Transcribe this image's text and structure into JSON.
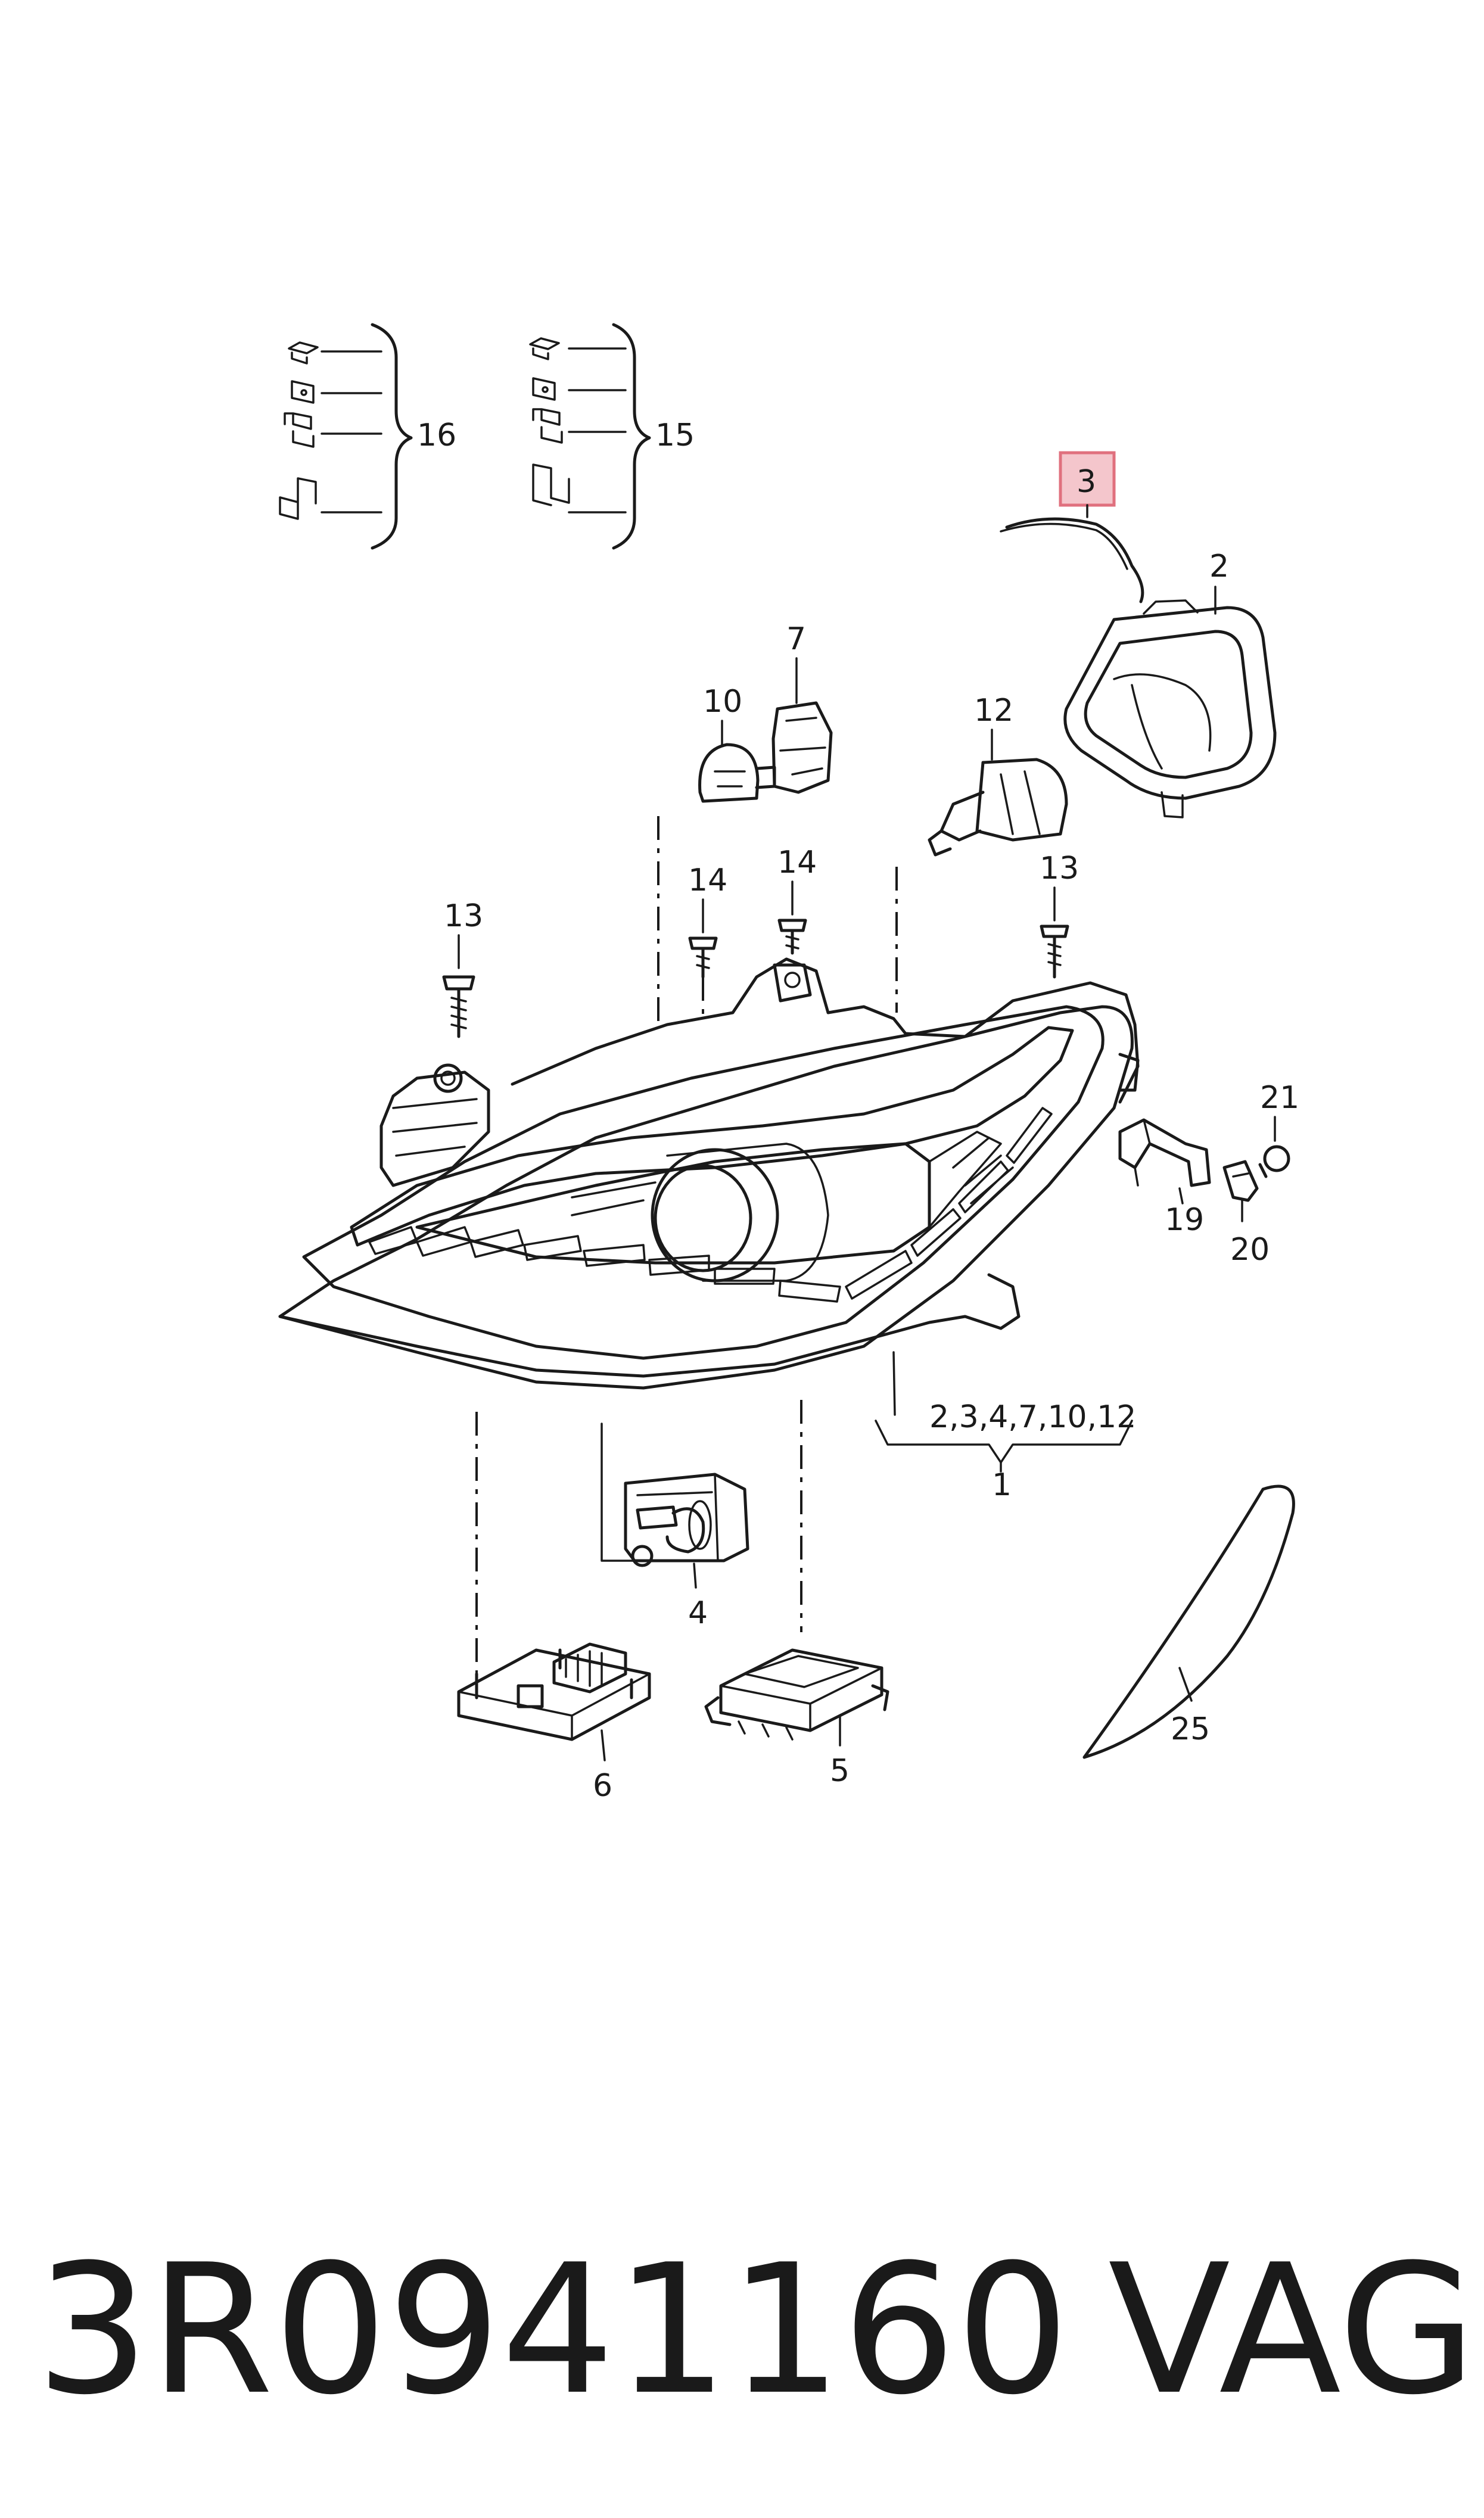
{
  "callouts": {
    "c1": "1",
    "c2": "2",
    "c3": "3",
    "c4": "4",
    "c5": "5",
    "c6": "6",
    "c7": "7",
    "c10": "10",
    "c12": "12",
    "c13a": "13",
    "c13b": "13",
    "c14a": "14",
    "c14b": "14",
    "c15": "15",
    "c16": "16",
    "c19": "19",
    "c20": "20",
    "c21": "21",
    "c25": "25",
    "group": "2,3,4,7,10,12"
  },
  "highlight_color": "#f4c6cc",
  "highlight_border": "#e0707e",
  "footer": {
    "part_number": "3R0941160",
    "brand": "VAG"
  }
}
